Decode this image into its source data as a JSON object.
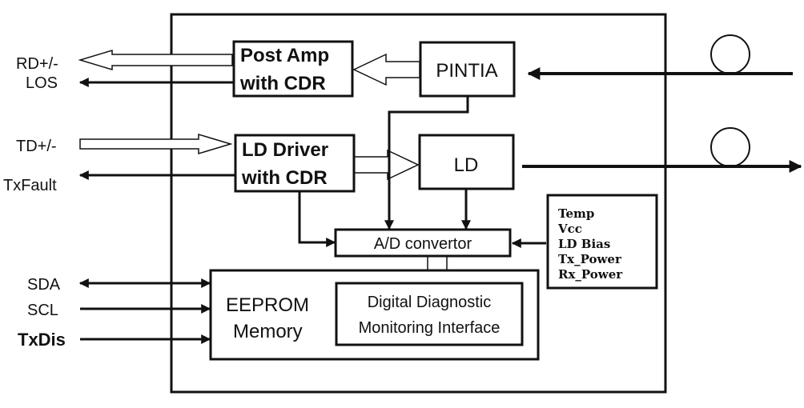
{
  "signals": {
    "rd": "RD+/-",
    "los": "LOS",
    "td": "TD+/-",
    "txfault": "TxFault",
    "sda": "SDA",
    "scl": "SCL",
    "txdis": "TxDis"
  },
  "blocks": {
    "post_amp_line1": "Post Amp",
    "post_amp_line2": "with CDR",
    "pintia": "PINTIA",
    "ld_driver_line1": "LD Driver",
    "ld_driver_line2": "with CDR",
    "ld": "LD",
    "adc": "A/D convertor",
    "eeprom_line1": "EEPROM",
    "eeprom_line2": "Memory",
    "ddmi_line1": "Digital Diagnostic",
    "ddmi_line2": "Monitoring Interface"
  },
  "monitors": [
    "Temp",
    "Vcc",
    "LD Bias",
    "Tx_Power",
    "Rx_Power"
  ]
}
